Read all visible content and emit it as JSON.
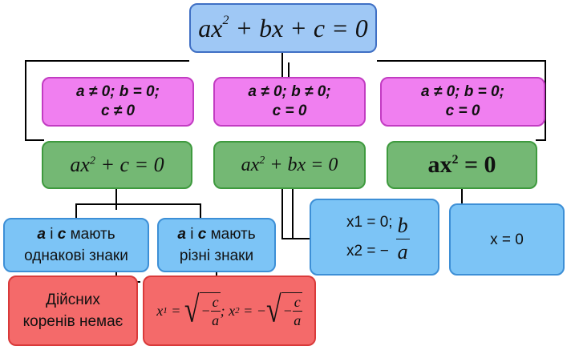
{
  "top": {
    "eq_main": "ax",
    "eq_exp": "2",
    "eq_rest": " + bx + c = 0"
  },
  "cases": [
    {
      "line1": "a ≠ 0; b = 0;",
      "line2": "c  ≠ 0"
    },
    {
      "line1": "a ≠ 0; b ≠ 0;",
      "line2": "c = 0"
    },
    {
      "line1": "a ≠ 0; b = 0;",
      "line2": "c = 0"
    }
  ],
  "equations": [
    {
      "base": "ax",
      "exp": "2",
      "rest": " + c = 0"
    },
    {
      "base": "ax",
      "exp": "2",
      "rest": " + bx = 0"
    },
    {
      "base": "ax",
      "exp": "2",
      "rest": " = 0"
    }
  ],
  "signs": [
    {
      "a": "а",
      "and": " і ",
      "c": "с",
      "rest": " мають",
      "line2": "однакові знаки"
    },
    {
      "a": "а",
      "and": " і ",
      "c": "с",
      "rest": " мають",
      "line2": "різні знаки"
    }
  ],
  "roots_bx": {
    "x1": "x1 = 0;",
    "x2": "x2 = −",
    "frac_num": "b",
    "frac_den": "a"
  },
  "roots_zero": {
    "text": "x = 0"
  },
  "no_roots": {
    "line1": "Дійсних",
    "line2": "коренів немає"
  },
  "roots_c": {
    "x1_label": "x",
    "x1_sub": "1",
    "eq1": " = ",
    "minus1": "−",
    "num1": "c",
    "den1": "a",
    "sep": "; ",
    "x2_label": "x",
    "x2_sub": "2",
    "eq2": " = −",
    "minus2": "−",
    "num2": "c",
    "den2": "a"
  }
}
